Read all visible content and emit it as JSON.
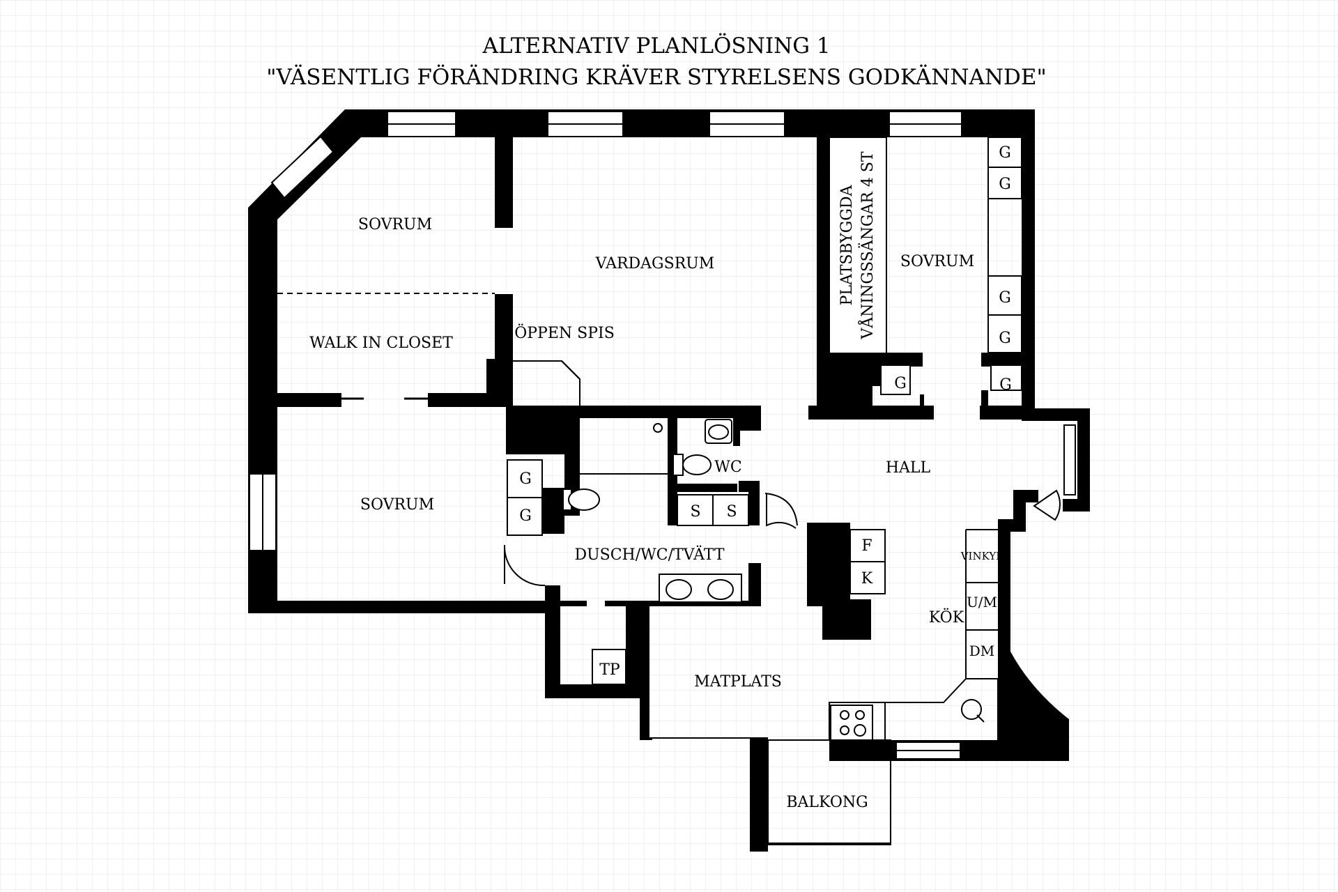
{
  "title": {
    "line1": "ALTERNATIV PLANLÖSNING 1",
    "line2": "\"VÄSENTLIG FÖRÄNDRING KRÄVER STYRELSENS GODKÄNNANDE\""
  },
  "rooms": {
    "sovrum_top_left": "SOVRUM",
    "vardagsrum": "VARDAGSRUM",
    "sovrum_right": "SOVRUM",
    "walk_in_closet": "WALK IN CLOSET",
    "oppen_spis": "ÖPPEN SPIS",
    "sovrum_bottom_left": "SOVRUM",
    "wc": "WC",
    "hall": "HALL",
    "dusch": "DUSCH/WC/TVÄTT",
    "kok": "KÖK",
    "matplats": "MATPLATS",
    "balkong": "BALKONG"
  },
  "wardrobe_note": {
    "line1": "PLATSBYGGDA",
    "line2": "VÅNINGSSÄNGAR 4 ST"
  },
  "fixtures": {
    "g": "G",
    "s": "S",
    "f": "F",
    "k": "K",
    "tp": "TP",
    "vinkyl": "VINKYL",
    "um": "U/M",
    "dm": "DM"
  }
}
